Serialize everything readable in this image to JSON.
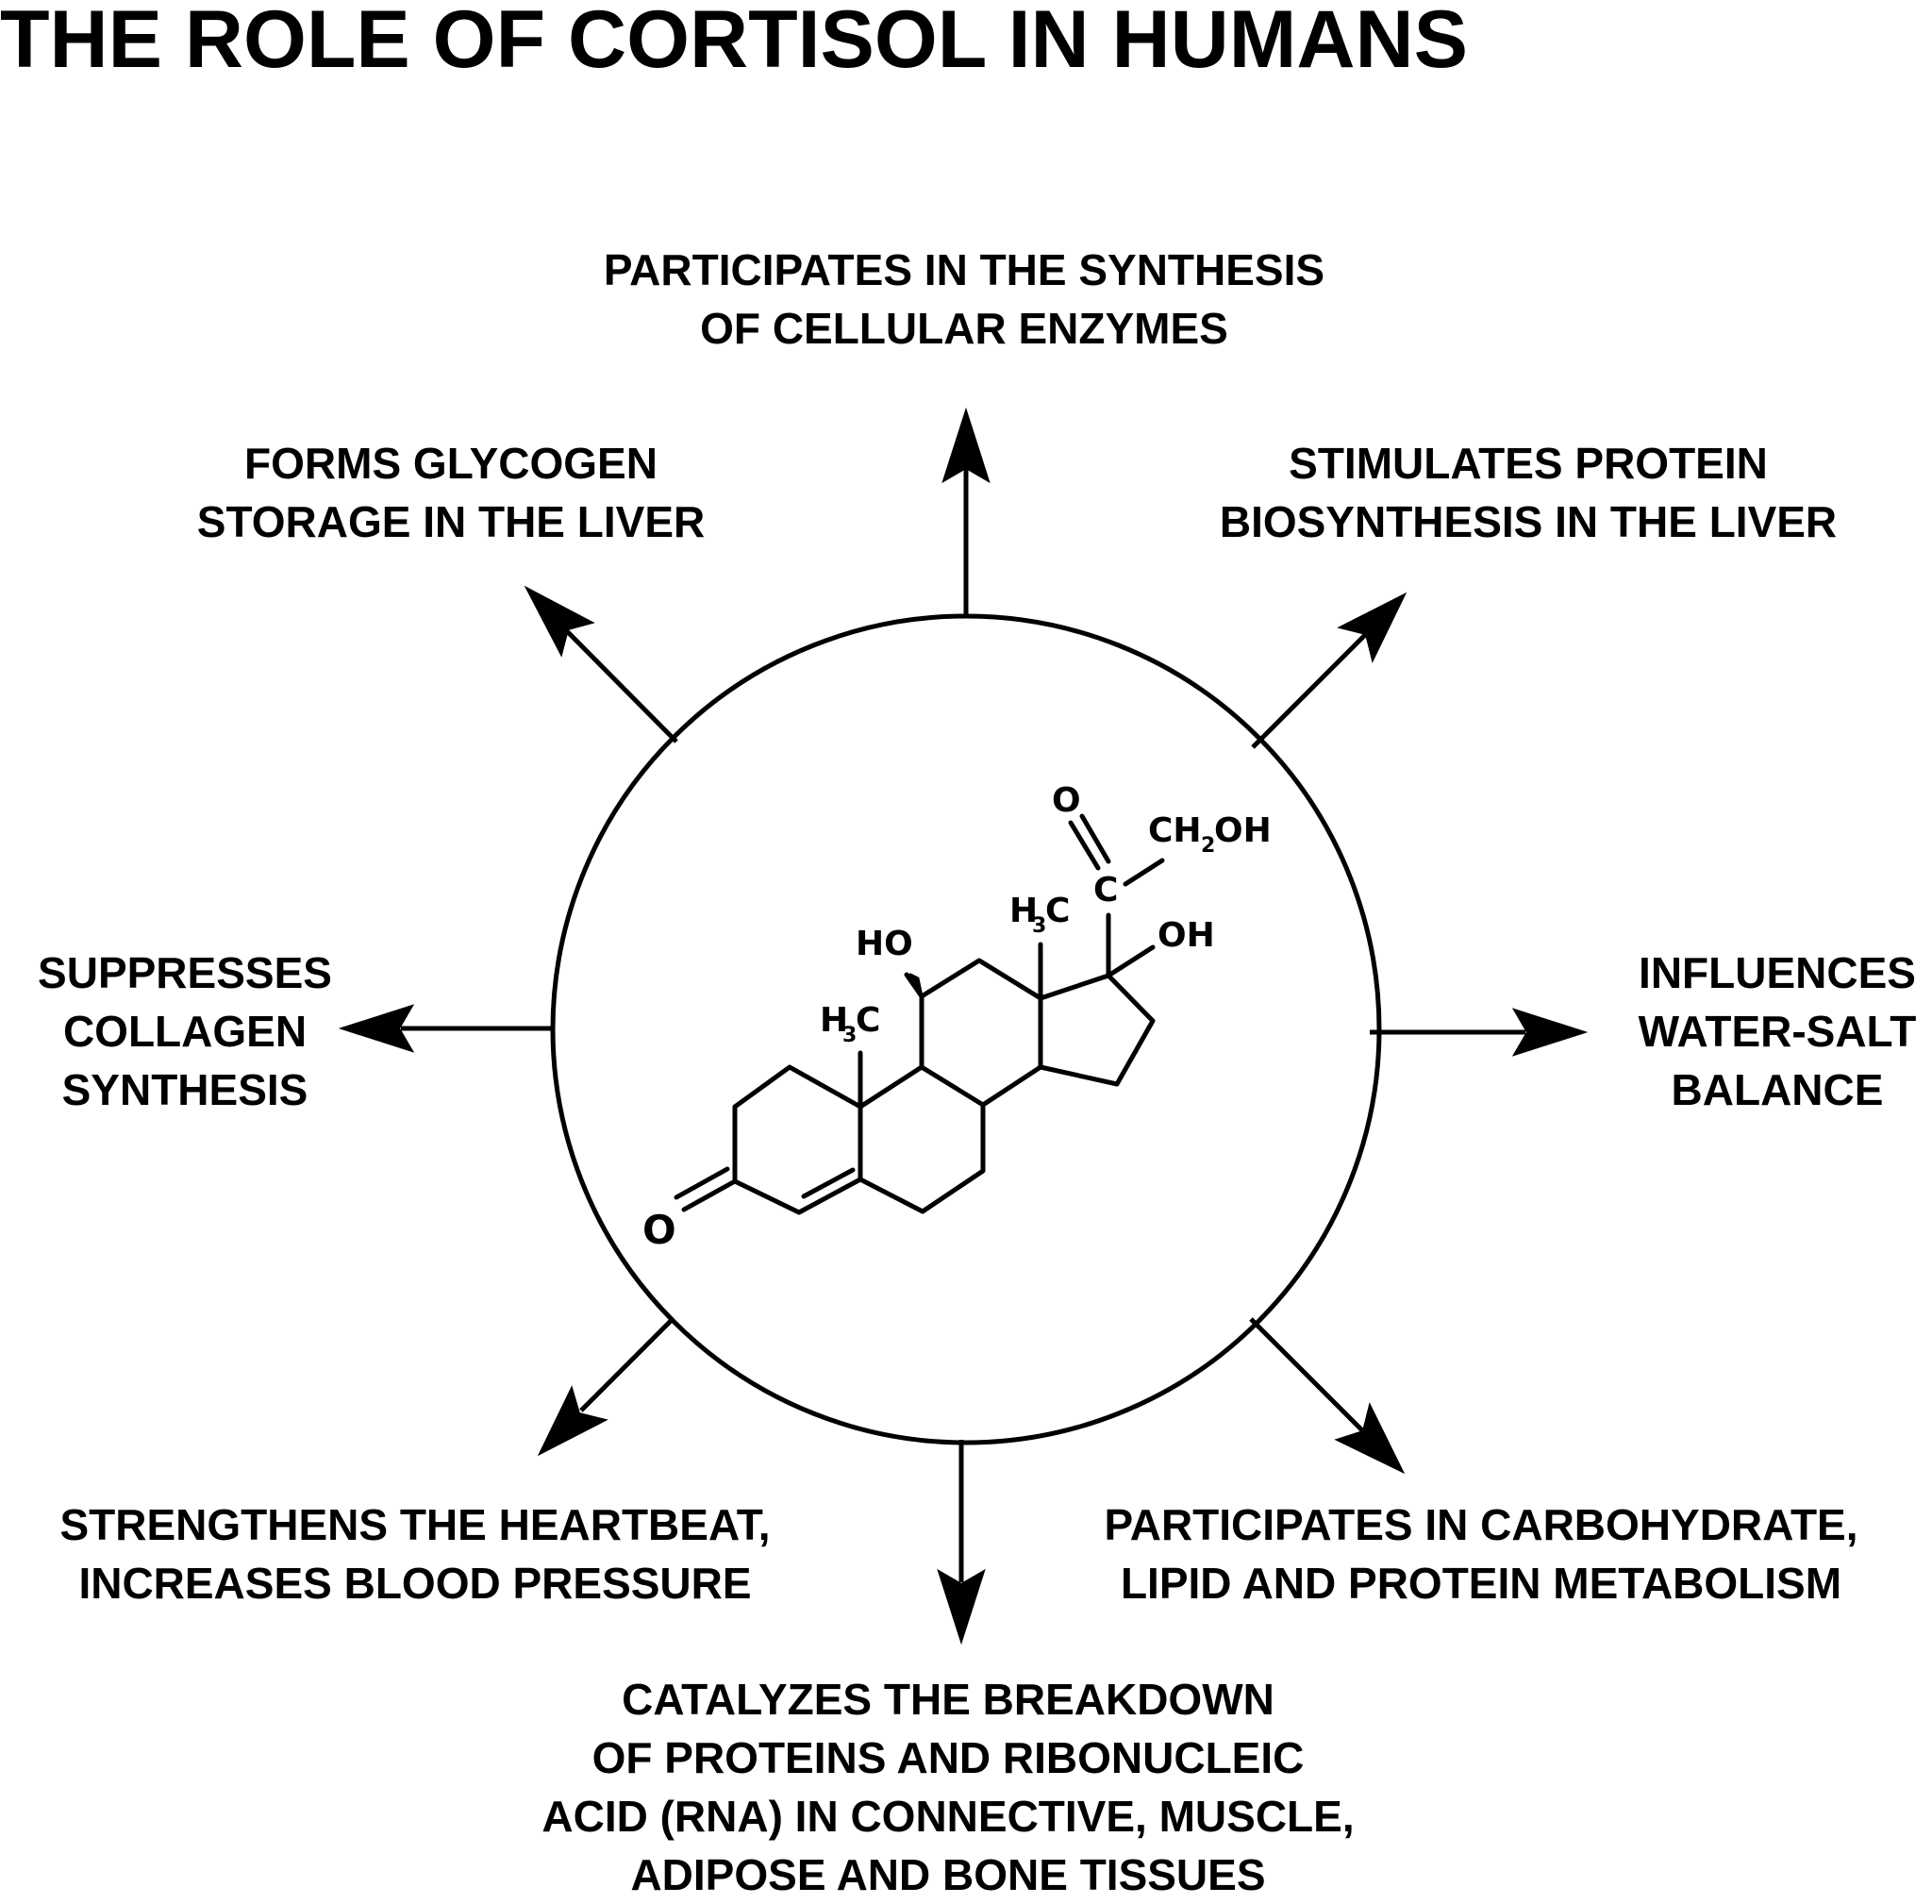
{
  "title": "THE ROLE OF CORTISOL IN HUMANS",
  "effects": {
    "top": "PARTICIPATES IN THE SYNTHESIS\nOF CELLULAR ENZYMES",
    "top_left": "FORMS GLYCOGEN\nSTORAGE IN THE LIVER",
    "top_right": "STIMULATES PROTEIN\nBIOSYNTHESIS IN THE LIVER",
    "left": "SUPPRESSES\nCOLLAGEN\nSYNTHESIS",
    "right": "INFLUENCES\nWATER-SALT\nBALANCE",
    "bottom_left": "STRENGTHENS THE HEARTBEAT,\nINCREASES BLOOD PRESSURE",
    "bottom_right": "PARTICIPATES IN CARBOHYDRATE,\nLIPID AND PROTEIN METABOLISM",
    "bottom": "CATALYZES THE BREAKDOWN\nOF PROTEINS AND RIBONUCLEIC\nACID (RNA) IN CONNECTIVE, MUSCLE,\nADIPOSE AND BONE TISSUES"
  },
  "molecule": {
    "ketone_o": "O",
    "ho": "HO",
    "methyl_h": "H",
    "methyl_sub": "3",
    "methyl_c": "C",
    "carbonyl_o": "O",
    "carbonyl_c": "C",
    "ch2_ch": "CH",
    "ch2_sub": "2",
    "ch2_oh": "OH",
    "oh_17": "OH"
  }
}
